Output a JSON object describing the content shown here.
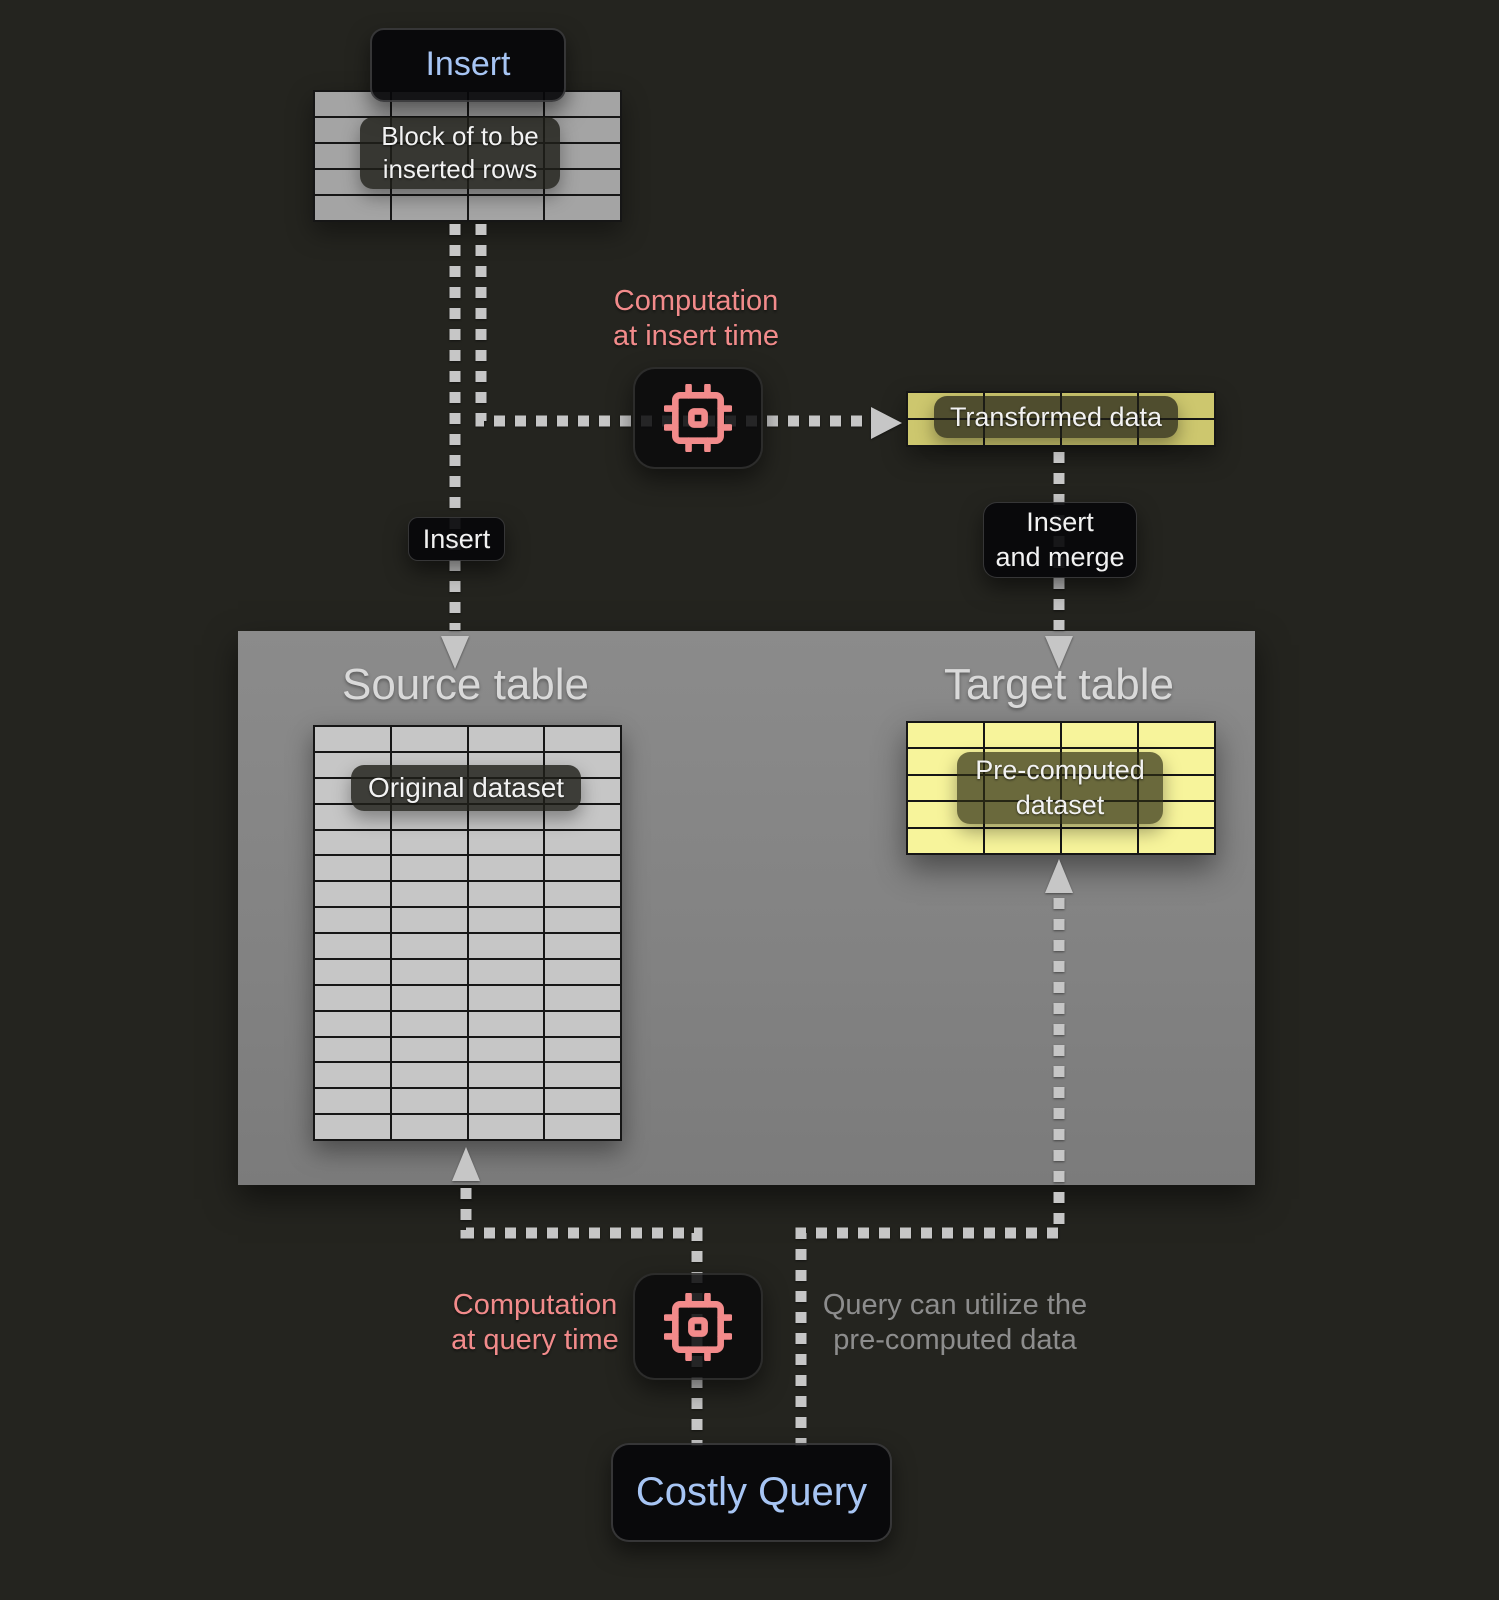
{
  "diagram": {
    "insert_title": "Insert",
    "block_label": {
      "line1": "Block of to be",
      "line2": "inserted rows"
    },
    "insert_computation": {
      "line1": "Computation",
      "line2": "at insert time"
    },
    "transformed_label": "Transformed data",
    "insert_edge_label": "Insert",
    "insert_merge": {
      "line1": "Insert",
      "line2": "and merge"
    },
    "source": {
      "title": "Source table",
      "dataset_label": "Original dataset"
    },
    "target": {
      "title": "Target table",
      "dataset": {
        "line1": "Pre-computed",
        "line2": "dataset"
      }
    },
    "query_computation": {
      "line1": "Computation",
      "line2": "at query time"
    },
    "query_note": {
      "line1": "Query can utilize the",
      "line2": "pre-computed data"
    },
    "costly_query": "Costly Query"
  },
  "tables": {
    "block": {
      "rows": 5,
      "cols": 4
    },
    "transformed": {
      "rows": 2,
      "cols": 4
    },
    "source": {
      "rows": 16,
      "cols": 4
    },
    "target": {
      "rows": 5,
      "cols": 4
    }
  },
  "icons": {
    "insert_chip": "cpu-chip-icon",
    "query_chip": "cpu-chip-icon"
  },
  "colors": {
    "background": "#24241f",
    "accent_salmon": "#f28b8b",
    "accent_blue": "#a7c5f4",
    "panel_gray": "#848484",
    "block_fill": "#a4a4a4",
    "source_fill": "#c6c6c6",
    "target_fill": "#f7f49b",
    "transformed_fill": "#cdc76e",
    "connector": "#c6c6c6",
    "grid_line": "#161616",
    "title_text": "#d9d9d9",
    "label_text": "#f2f2f2",
    "note_text": "#8d8d8d",
    "pill_bg": "rgba(30,30,25,0.82)",
    "badge_bg": "rgba(8,8,10,0.92)"
  }
}
